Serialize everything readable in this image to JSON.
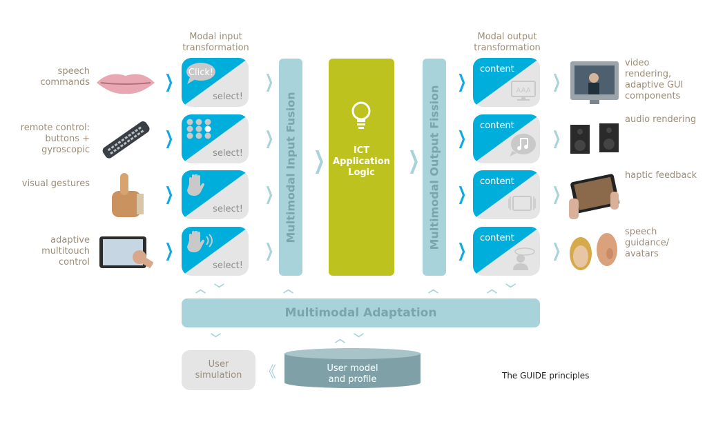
{
  "headers": {
    "input": "Modal input transformation",
    "output": "Modal output transformation"
  },
  "inputs": [
    {
      "label": "speech commands",
      "icon": "lips-image",
      "card_icon": "speech-bubble-icon",
      "bubble_text": "Click!",
      "card_text": "select!"
    },
    {
      "label": "remote control: buttons + gyroscopic",
      "icon": "remote-control-image",
      "card_icon": "keypad-icon",
      "card_text": "select!"
    },
    {
      "label": "visual gestures",
      "icon": "thumbs-up-image",
      "card_icon": "hand-icon",
      "card_text": "select!"
    },
    {
      "label": "adaptive multitouch control",
      "icon": "tablet-touch-image",
      "card_icon": "hand-wave-icon",
      "card_text": "select!"
    }
  ],
  "outputs": [
    {
      "label": "video rendering, adaptive GUI components",
      "icon": "tv-image",
      "card_icon": "monitor-text-icon",
      "card_text": "content"
    },
    {
      "label": "audio rendering",
      "icon": "speakers-image",
      "card_icon": "music-note-icon",
      "card_text": "content"
    },
    {
      "label": "haptic feedback",
      "icon": "tablet-hands-image",
      "card_icon": "vibrating-tablet-icon",
      "card_text": "content"
    },
    {
      "label": "speech guidance/ avatars",
      "icon": "avatars-image",
      "card_icon": "avatar-speech-icon",
      "card_text": "content"
    }
  ],
  "input_fusion": "Multimodal Input Fusion",
  "output_fission": "Multimodal Output Fission",
  "core": {
    "title": "ICT Application Logic",
    "icon": "lightbulb-icon"
  },
  "adaptation": "Multimodal Adaptation",
  "user_simulation": "User simulation",
  "user_model": "User model and profile",
  "caption": "The GUIDE principles",
  "colors": {
    "accent_blue": "#00aedb",
    "light_teal": "#a9d3da",
    "green": "#bdc21f",
    "label_tan": "#9b8d78",
    "cylinder": "#7fa0a6"
  }
}
